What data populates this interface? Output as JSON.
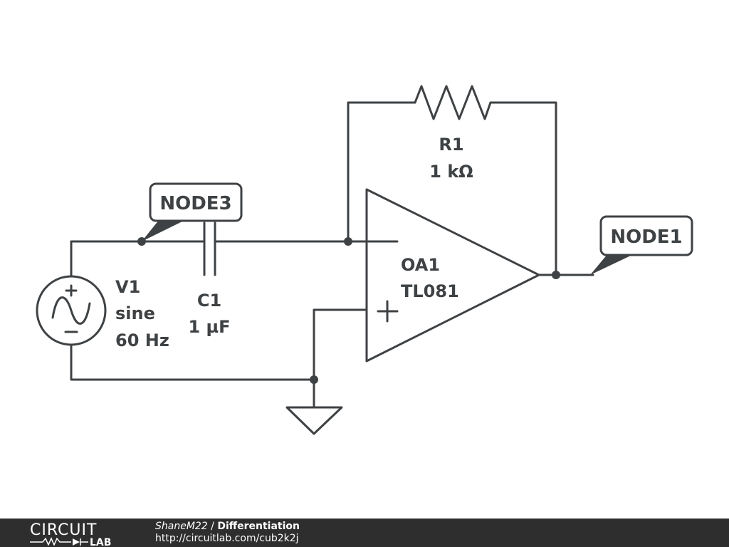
{
  "components": {
    "source": {
      "name": "V1",
      "type": "sine",
      "frequency": "60 Hz"
    },
    "capacitor": {
      "name": "C1",
      "value": "1 µF"
    },
    "resistor": {
      "name": "R1",
      "value": "1 kΩ"
    },
    "opamp": {
      "name": "OA1",
      "model": "TL081"
    }
  },
  "nodes": {
    "node3": "NODE3",
    "node1": "NODE1"
  },
  "footer": {
    "logo_top": "CIRCUIT",
    "logo_bottom": "LAB",
    "author": "ShaneM22",
    "separator": "/",
    "title": "Differentiation",
    "url": "http://circuitlab.com/cub2k2j"
  },
  "colors": {
    "line": "#3f4244",
    "footer_bg": "#2e2e2e",
    "footer_text": "#ffffff"
  }
}
